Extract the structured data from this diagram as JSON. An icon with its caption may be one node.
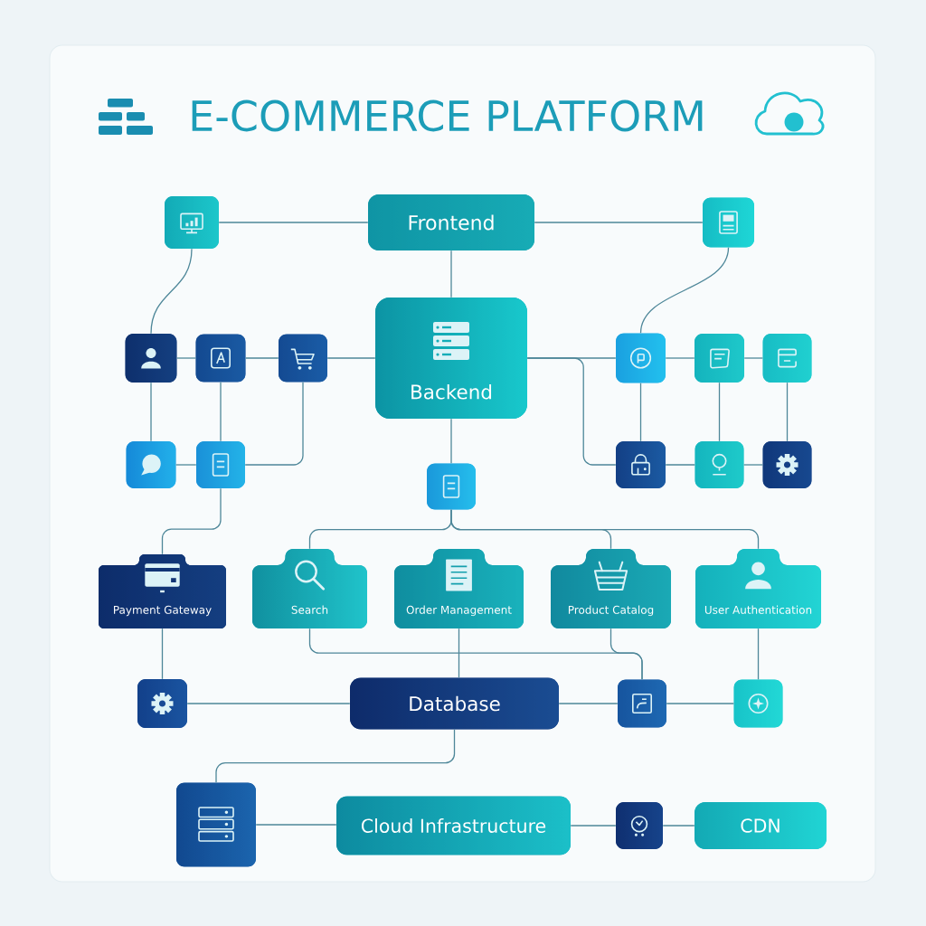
{
  "diagram": {
    "title": "E-COMMERCE PLATFORM",
    "nodes": [
      {
        "text": [
          "Frontend"
        ]
      },
      {
        "text": [],
        "shape": "box"
      },
      {
        "text": [],
        "shape": "box"
      },
      {
        "text": [
          "Backend"
        ]
      },
      {
        "text": [],
        "shape": "box"
      },
      {
        "text": [],
        "shape": "box"
      },
      {
        "text": [],
        "shape": "box"
      },
      {
        "text": [],
        "shape": "box"
      },
      {
        "text": [],
        "shape": "box"
      },
      {
        "text": [],
        "shape": "box"
      },
      {
        "text": [],
        "shape": "box"
      },
      {
        "text": [],
        "shape": "box"
      },
      {
        "text": [],
        "shape": "box"
      },
      {
        "text": [],
        "shape": "box"
      },
      {
        "text": [],
        "shape": "box"
      },
      {
        "text": [],
        "shape": "box"
      },
      {
        "text": [
          "Payment Gateway"
        ]
      },
      {
        "text": [
          "Search"
        ]
      },
      {
        "text": [
          "Order Management"
        ]
      },
      {
        "text": [
          "Product Catalog"
        ]
      },
      {
        "text": [
          "User Authentication"
        ]
      },
      {
        "text": [],
        "shape": "box"
      },
      {
        "text": [
          "Database"
        ]
      },
      {
        "text": [],
        "shape": "box"
      },
      {
        "text": [],
        "shape": "box"
      },
      {
        "text": [],
        "shape": "box"
      },
      {
        "text": [
          "Cloud Infrastructure"
        ]
      },
      {
        "text": [],
        "shape": "box"
      },
      {
        "text": [
          "CDN"
        ]
      }
    ],
    "edges": [
      {
        "from": 0,
        "to": 1,
        "arrow": "none"
      },
      {
        "from": 0,
        "to": 2,
        "arrow": "none"
      },
      {
        "from": 0,
        "to": 3,
        "arrow": "none"
      },
      {
        "from": 1,
        "to": 4,
        "arrow": "none"
      },
      {
        "from": 2,
        "to": 9,
        "arrow": "none"
      },
      {
        "from": 4,
        "to": 5,
        "arrow": "none"
      },
      {
        "from": 5,
        "to": 6,
        "arrow": "none"
      },
      {
        "from": 6,
        "to": 3,
        "arrow": "none"
      },
      {
        "from": 4,
        "to": 7,
        "arrow": "none"
      },
      {
        "from": 5,
        "to": 8,
        "arrow": "none"
      },
      {
        "from": 7,
        "to": 8,
        "arrow": "none"
      },
      {
        "from": 8,
        "to": 6,
        "arrow": "none"
      },
      {
        "from": 8,
        "to": 16,
        "arrow": "none"
      },
      {
        "from": 3,
        "to": 9,
        "arrow": "none"
      },
      {
        "from": 3,
        "to": 12,
        "arrow": "none"
      },
      {
        "from": 9,
        "to": 10,
        "arrow": "none"
      },
      {
        "from": 10,
        "to": 11,
        "arrow": "none"
      },
      {
        "from": 9,
        "to": 12,
        "arrow": "none"
      },
      {
        "from": 10,
        "to": 13,
        "arrow": "none"
      },
      {
        "from": 11,
        "to": 14,
        "arrow": "none"
      },
      {
        "from": 12,
        "to": 13,
        "arrow": "none"
      },
      {
        "from": 13,
        "to": 14,
        "arrow": "none"
      },
      {
        "from": 3,
        "to": 15,
        "arrow": "none"
      },
      {
        "from": 15,
        "to": 17,
        "arrow": "none"
      },
      {
        "from": 15,
        "to": 19,
        "arrow": "none"
      },
      {
        "from": 15,
        "to": 20,
        "arrow": "none"
      },
      {
        "from": 16,
        "to": 21,
        "arrow": "none"
      },
      {
        "from": 21,
        "to": 22,
        "arrow": "none"
      },
      {
        "from": 17,
        "to": 23,
        "arrow": "none"
      },
      {
        "from": 18,
        "to": 22,
        "arrow": "none"
      },
      {
        "from": 19,
        "to": 23,
        "arrow": "none"
      },
      {
        "from": 22,
        "to": 23,
        "arrow": "none"
      },
      {
        "from": 23,
        "to": 24,
        "arrow": "none"
      },
      {
        "from": 20,
        "to": 24,
        "arrow": "none"
      },
      {
        "from": 22,
        "to": 25,
        "arrow": "none"
      },
      {
        "from": 25,
        "to": 26,
        "arrow": "none"
      },
      {
        "from": 26,
        "to": 27,
        "arrow": "none"
      },
      {
        "from": 27,
        "to": 28,
        "arrow": "none"
      }
    ]
  }
}
